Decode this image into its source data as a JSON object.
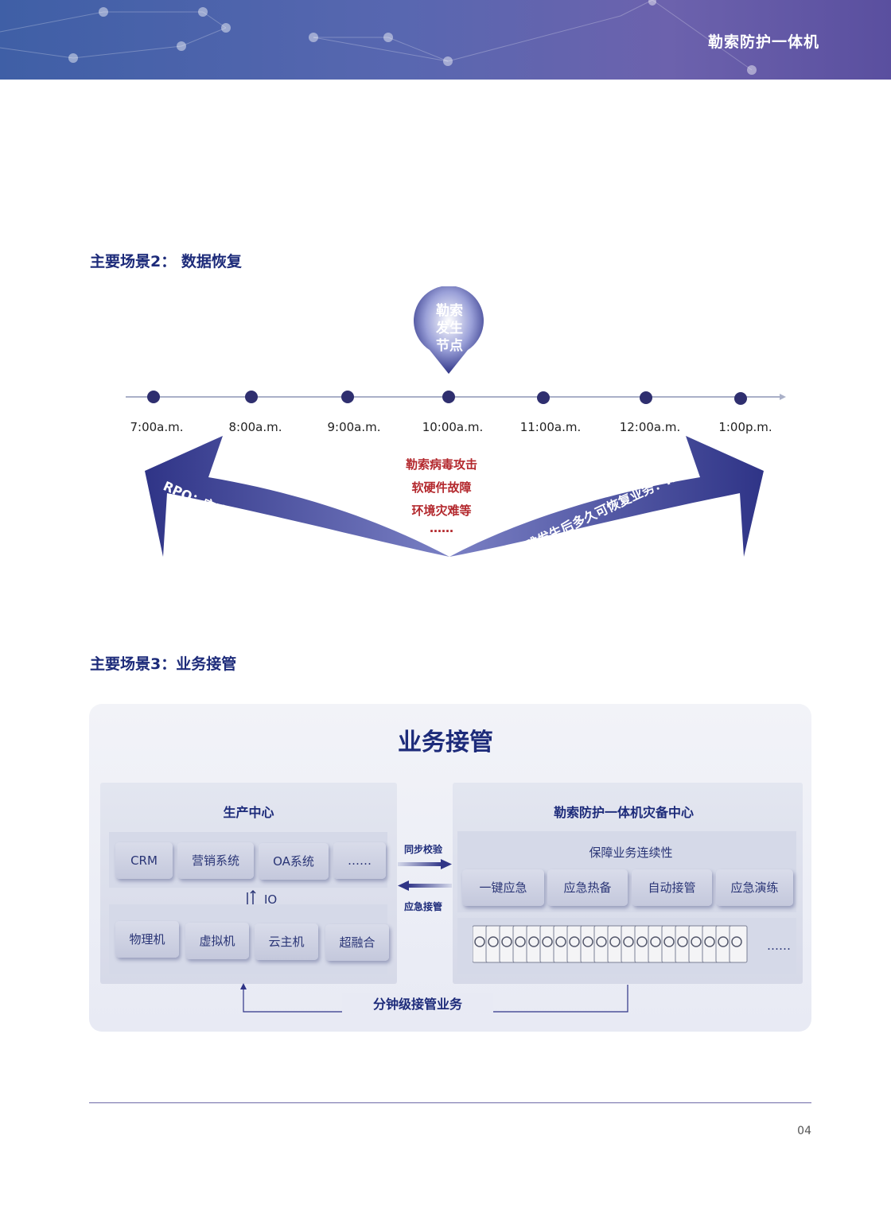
{
  "header": {
    "title": "勒索防护一体机"
  },
  "scene2": {
    "title": "主要场景2： 数据恢复",
    "pin_label": [
      "勒索",
      "发生",
      "节点"
    ],
    "times": [
      "7:00a.m.",
      "8:00a.m.",
      "9:00a.m.",
      "10:00a.m.",
      "11:00a.m.",
      "12:00a.m.",
      "1:00p.m."
    ],
    "causes": [
      "勒索病毒攻击",
      "软硬件故障",
      "环境灾难等",
      "……"
    ],
    "rpo": "RPO：灾难发生后丢失多少数据",
    "rto": "灾难发生后多久可恢复业务：RTO"
  },
  "scene3": {
    "title": "主要场景3：业务接管",
    "panel_title": "业务接管",
    "production": {
      "title": "生产中心",
      "apps": [
        "CRM",
        "营销系统",
        "OA系统",
        "……"
      ],
      "io_label": "IO",
      "hosts": [
        "物理机",
        "虚拟机",
        "云主机",
        "超融合"
      ]
    },
    "sync_label": "同步校验",
    "takeover_label": "应急接管",
    "backup": {
      "title": "勒索防护一体机灾备中心",
      "subtitle": "保障业务连续性",
      "features": [
        "一键应急",
        "应急热备",
        "自动接管",
        "应急演练"
      ],
      "ellipsis": "……"
    },
    "bottom_label": "分钟级接管业务"
  },
  "footer": {
    "page": "04"
  },
  "colors": {
    "navy": "#1d2b7a",
    "arrow": "#3b3f8f",
    "red": "#b3282d"
  }
}
